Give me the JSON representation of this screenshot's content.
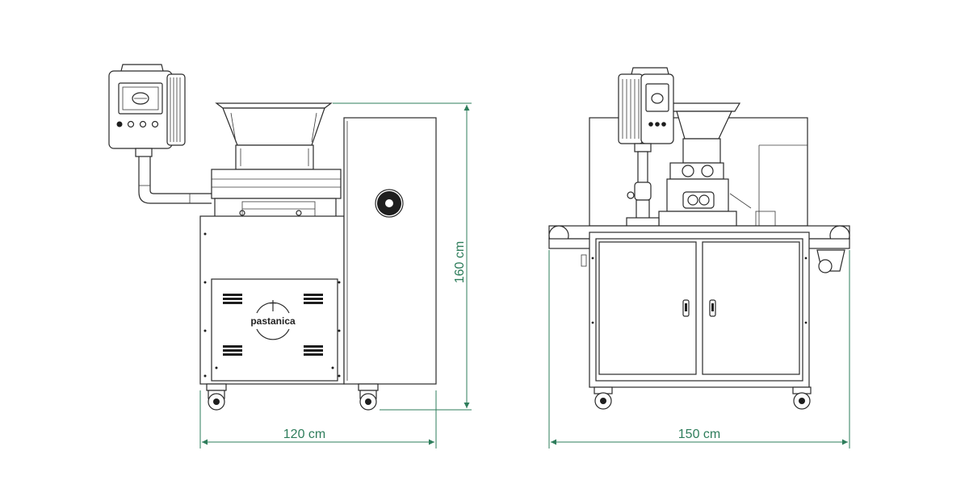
{
  "brand": "pastanica",
  "dimensions": {
    "width_side": "120 cm",
    "width_front": "150 cm",
    "height": "160 cm"
  },
  "colors": {
    "line": "#2a2a2a",
    "dimension": "#2e7d5b",
    "background": "#ffffff"
  }
}
